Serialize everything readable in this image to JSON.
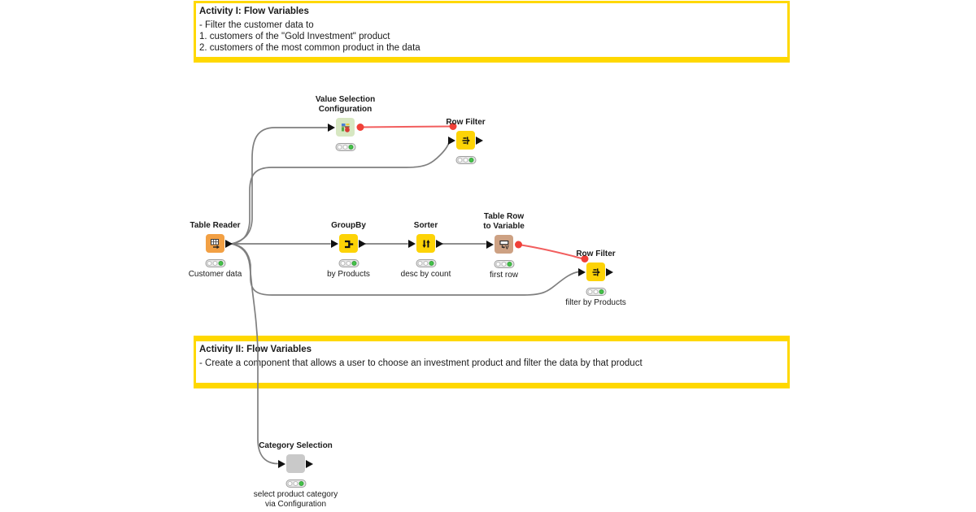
{
  "app": "KNIME workflow editor",
  "annotations": [
    {
      "id": "activity-1",
      "title": "Activity I: Flow Variables",
      "lines": [
        " - Filter the customer data to",
        "1. customers of the \"Gold Investment\" product",
        "2. customers of the most common product in the data"
      ],
      "border_color": "#FFD800"
    },
    {
      "id": "activity-2",
      "title": "Activity II: Flow Variables",
      "lines": [
        "- Create a component that allows a user to choose an investment product and filter the data by that product"
      ],
      "border_color": "#FFD800"
    }
  ],
  "nodes": [
    {
      "id": "table-reader",
      "label": "Table Reader",
      "comment": "Customer data",
      "type": "reader",
      "color": "#F2A044",
      "status": "executed",
      "icon": "table-reader-icon"
    },
    {
      "id": "value-selection-configuration",
      "label": "Value Selection\nConfiguration",
      "comment": "",
      "type": "configuration",
      "color": "#D7E7C2",
      "status": "executed",
      "icon": "value-selection-icon"
    },
    {
      "id": "row-filter-1",
      "label": "Row Filter",
      "comment": "",
      "type": "manipulator",
      "color": "#FDD306",
      "status": "executed",
      "icon": "row-filter-icon"
    },
    {
      "id": "groupby",
      "label": "GroupBy",
      "comment": "by Products",
      "type": "manipulator",
      "color": "#FDD306",
      "status": "executed",
      "icon": "groupby-icon"
    },
    {
      "id": "sorter",
      "label": "Sorter",
      "comment": "desc by count",
      "type": "manipulator",
      "color": "#FDD306",
      "status": "executed",
      "icon": "sorter-icon"
    },
    {
      "id": "table-row-to-variable",
      "label": "Table Row\nto Variable",
      "comment": "first row",
      "type": "variable",
      "color": "#CDA183",
      "status": "executed",
      "icon": "table-row-to-variable-icon"
    },
    {
      "id": "row-filter-2",
      "label": "Row Filter",
      "comment": "filter by Products",
      "type": "manipulator",
      "color": "#FDD306",
      "status": "executed",
      "icon": "row-filter-icon"
    },
    {
      "id": "category-selection",
      "label": "Category Selection",
      "comment": "select product category\nvia Configuration",
      "type": "component",
      "color": "#C9C9C9",
      "status": "executed",
      "icon": "none"
    }
  ],
  "connections": [
    {
      "from": "table-reader",
      "to": "value-selection-configuration",
      "type": "data"
    },
    {
      "from": "table-reader",
      "to": "row-filter-1",
      "type": "data"
    },
    {
      "from": "table-reader",
      "to": "groupby",
      "type": "data"
    },
    {
      "from": "table-reader",
      "to": "row-filter-2",
      "type": "data"
    },
    {
      "from": "table-reader",
      "to": "category-selection",
      "type": "data"
    },
    {
      "from": "groupby",
      "to": "sorter",
      "type": "data"
    },
    {
      "from": "sorter",
      "to": "table-row-to-variable",
      "type": "data"
    },
    {
      "from": "value-selection-configuration",
      "to": "row-filter-1",
      "type": "flow-variable"
    },
    {
      "from": "table-row-to-variable",
      "to": "row-filter-2",
      "type": "flow-variable"
    }
  ],
  "colors": {
    "annotation_border": "#FFD800",
    "node_reader_orange": "#F2A044",
    "node_manipulator_yellow": "#FDD306",
    "node_configuration_green": "#D7E7C2",
    "node_variable_tan": "#CDA183",
    "node_component_gray": "#C9C9C9",
    "wire_gray": "#7f7f7f",
    "flow_variable_red": "#F25E5E",
    "status_executed_green": "#45C249"
  }
}
